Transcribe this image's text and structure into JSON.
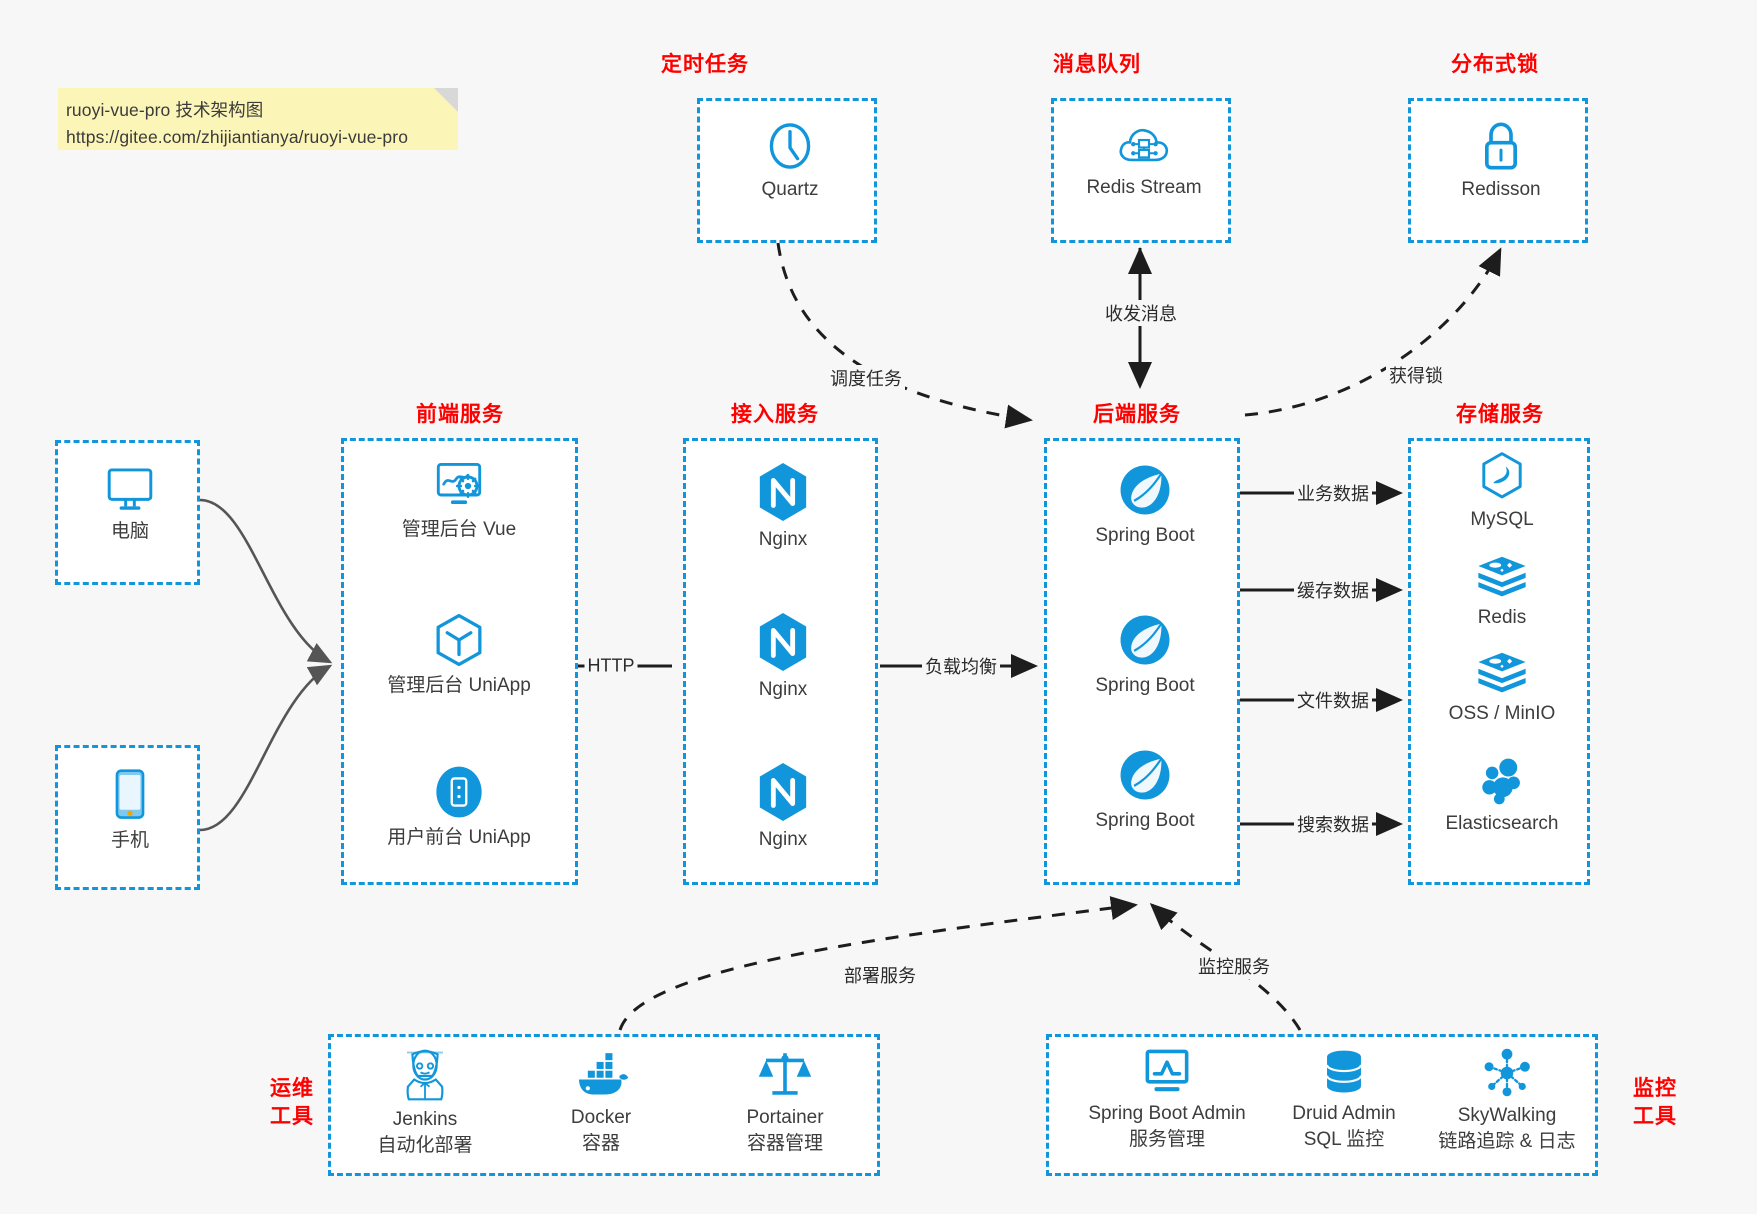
{
  "note": {
    "line1": "ruoyi-vue-pro 技术架构图",
    "line2": "https://gitee.com/zhijiantianya/ruoyi-vue-pro"
  },
  "colors": {
    "accent_blue": "#1296db",
    "icon_blue": "#1296db",
    "title_red": "#ff0000",
    "canvas_bg": "#f7f7f7",
    "note_yellow": "#fcf5b8",
    "wire_dark": "#2b2b2b",
    "wire_gray": "#555555"
  },
  "groups": {
    "scheduler": {
      "title": "定时任务",
      "nodes": [
        {
          "label": "Quartz",
          "icon": "clock-icon"
        }
      ]
    },
    "mq": {
      "title": "消息队列",
      "nodes": [
        {
          "label": "Redis Stream",
          "icon": "cloud-stream-icon"
        }
      ]
    },
    "lock": {
      "title": "分布式锁",
      "nodes": [
        {
          "label": "Redisson",
          "icon": "padlock-icon"
        }
      ]
    },
    "clients": {
      "nodes": [
        {
          "label": "电脑",
          "icon": "desktop-monitor-icon"
        },
        {
          "label": "手机",
          "icon": "mobile-phone-icon"
        }
      ]
    },
    "frontend": {
      "title": "前端服务",
      "nodes": [
        {
          "label": "管理后台 Vue",
          "icon": "dashboard-gear-icon"
        },
        {
          "label": "管理后台 UniApp",
          "icon": "uniapp-cube-icon"
        },
        {
          "label": "用户前台 UniApp",
          "icon": "app-device-icon"
        }
      ]
    },
    "gateway": {
      "title": "接入服务",
      "nodes": [
        {
          "label": "Nginx",
          "icon": "nginx-icon"
        },
        {
          "label": "Nginx",
          "icon": "nginx-icon"
        },
        {
          "label": "Nginx",
          "icon": "nginx-icon"
        }
      ]
    },
    "backend": {
      "title": "后端服务",
      "nodes": [
        {
          "label": "Spring Boot",
          "icon": "spring-boot-icon"
        },
        {
          "label": "Spring Boot",
          "icon": "spring-boot-icon"
        },
        {
          "label": "Spring Boot",
          "icon": "spring-boot-icon"
        }
      ]
    },
    "storage": {
      "title": "存储服务",
      "nodes": [
        {
          "label": "MySQL",
          "icon": "mysql-dolphin-icon"
        },
        {
          "label": "Redis",
          "icon": "redis-stack-icon"
        },
        {
          "label": "OSS / MinIO",
          "icon": "oss-stack-icon"
        },
        {
          "label": "Elasticsearch",
          "icon": "elasticsearch-icon"
        }
      ]
    },
    "ops": {
      "title": "运维\n工具",
      "title_line1": "运维",
      "title_line2": "工具",
      "nodes": [
        {
          "label": "Jenkins",
          "sub": "自动化部署",
          "icon": "jenkins-butler-icon"
        },
        {
          "label": "Docker",
          "sub": "容器",
          "icon": "docker-whale-icon"
        },
        {
          "label": "Portainer",
          "sub": "容器管理",
          "icon": "portainer-scales-icon"
        }
      ]
    },
    "monitor": {
      "title_line1": "监控",
      "title_line2": "工具",
      "nodes": [
        {
          "label": "Spring Boot Admin",
          "sub": "服务管理",
          "icon": "monitor-chart-icon"
        },
        {
          "label": "Druid Admin",
          "sub": "SQL 监控",
          "icon": "database-cylinder-icon"
        },
        {
          "label": "SkyWalking",
          "sub": "链路追踪 & 日志",
          "icon": "skywalking-node-icon"
        }
      ]
    }
  },
  "edges": [
    {
      "id": "http",
      "label": "HTTP",
      "from": "frontend",
      "to": "gateway"
    },
    {
      "id": "lb",
      "label": "负载均衡",
      "from": "gateway",
      "to": "backend"
    },
    {
      "id": "biz",
      "label": "业务数据",
      "from": "backend",
      "to": "mysql"
    },
    {
      "id": "cache",
      "label": "缓存数据",
      "from": "backend",
      "to": "redis"
    },
    {
      "id": "file",
      "label": "文件数据",
      "from": "backend",
      "to": "oss"
    },
    {
      "id": "search",
      "label": "搜索数据",
      "from": "backend",
      "to": "elasticsearch"
    },
    {
      "id": "schedule",
      "label": "调度任务",
      "from": "quartz",
      "to": "backend"
    },
    {
      "id": "message",
      "label": "收发消息",
      "from": "redis-stream",
      "to": "backend"
    },
    {
      "id": "getlock",
      "label": "获得锁",
      "from": "backend",
      "to": "redisson"
    },
    {
      "id": "deploy",
      "label": "部署服务",
      "from": "ops",
      "to": "backend"
    },
    {
      "id": "observe",
      "label": "监控服务",
      "from": "monitor",
      "to": "backend"
    }
  ]
}
